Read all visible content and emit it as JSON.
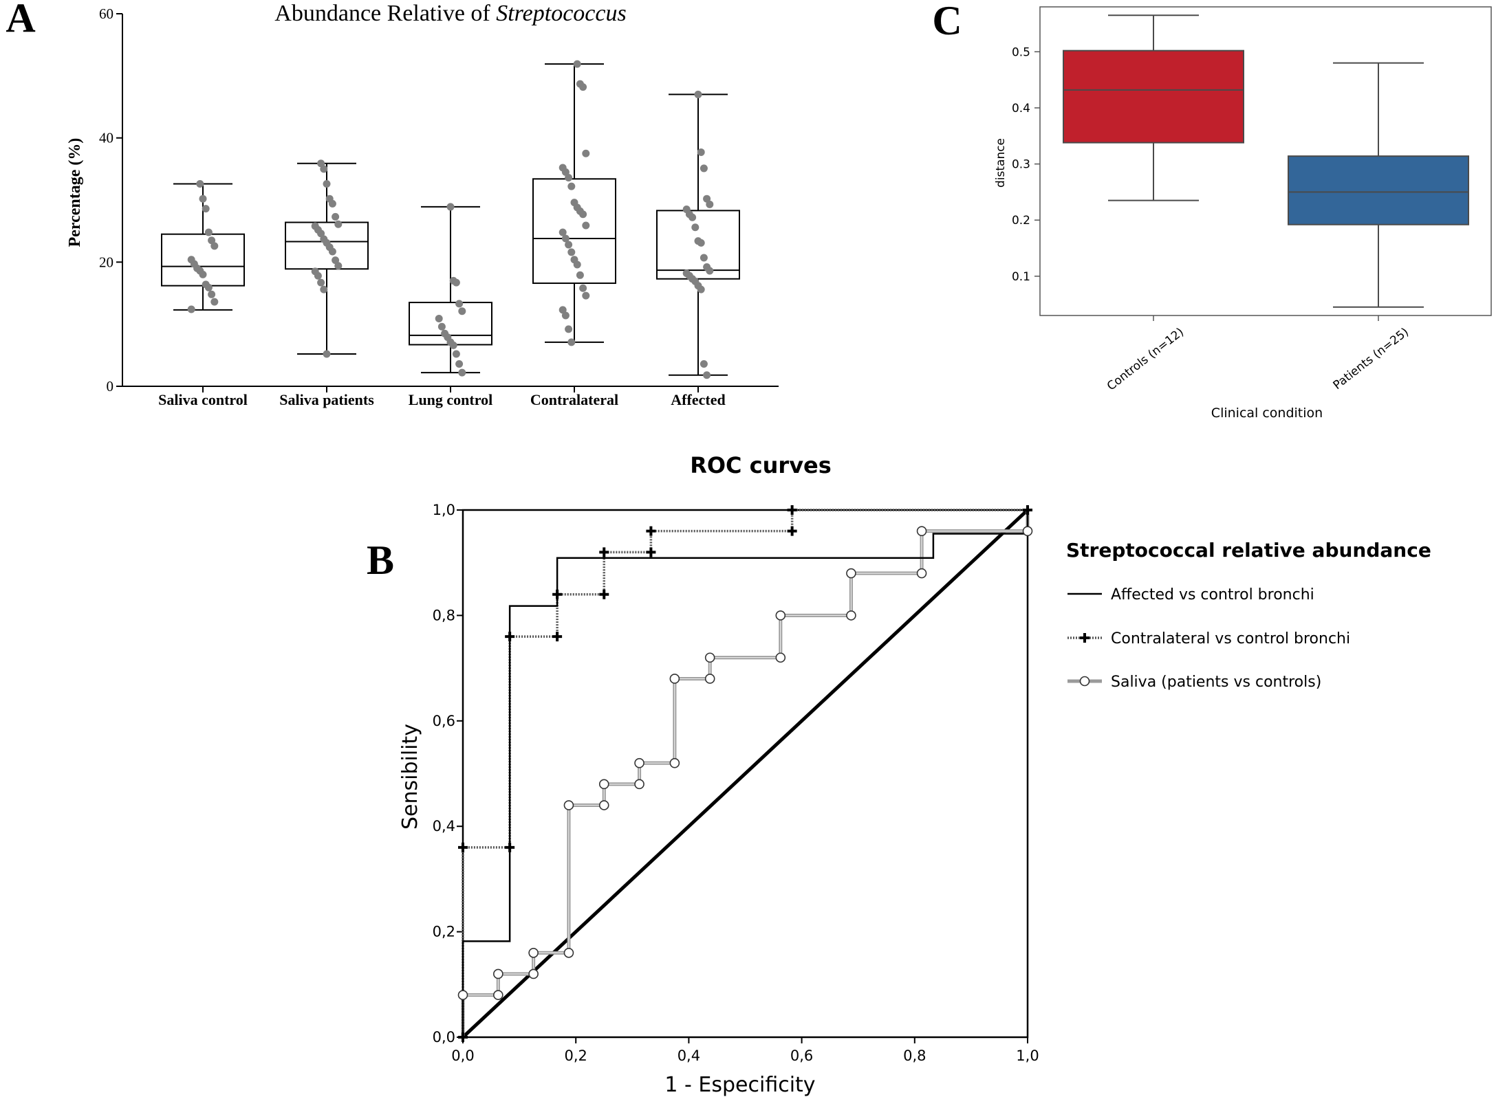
{
  "panels": {
    "a": {
      "letter": "A",
      "title_prefix": "Abundance Relative of ",
      "title_italic": "Streptococcus",
      "ylabel": "Percentage (%)"
    },
    "b": {
      "letter": "B",
      "title": "ROC curves",
      "xlabel": "1 - Especificity",
      "ylabel": "Sensibility",
      "legend_title": "Streptococcal relative abundance"
    },
    "c": {
      "letter": "C",
      "xlabel": "Clinical condition",
      "ylabel": "distance"
    }
  },
  "chart_data": [
    {
      "id": "a",
      "type": "box",
      "ylim": [
        0,
        60
      ],
      "yticks": [
        0,
        20,
        40,
        60
      ],
      "categories": [
        "Saliva control",
        "Saliva patients",
        "Lung control",
        "Contralateral",
        "Affected"
      ],
      "boxes": [
        {
          "min": 12.3,
          "q1": 16.2,
          "median": 19.3,
          "q3": 24.5,
          "max": 32.6
        },
        {
          "min": 5.2,
          "q1": 18.9,
          "median": 23.3,
          "q3": 26.4,
          "max": 35.9
        },
        {
          "min": 2.2,
          "q1": 6.7,
          "median": 8.2,
          "q3": 13.5,
          "max": 28.9
        },
        {
          "min": 7.1,
          "q1": 16.6,
          "median": 23.8,
          "q3": 33.4,
          "max": 51.9
        },
        {
          "min": 1.8,
          "q1": 17.3,
          "median": 18.7,
          "q3": 28.3,
          "max": 47.0
        }
      ],
      "points": [
        [
          12.4,
          13.6,
          14.8,
          15.9,
          16.4,
          18.0,
          18.6,
          19.0,
          19.7,
          20.4,
          22.6,
          23.5,
          24.8,
          28.6,
          30.2,
          32.6
        ],
        [
          5.2,
          15.6,
          16.7,
          17.8,
          18.5,
          19.4,
          20.3,
          21.7,
          22.4,
          23.1,
          23.7,
          24.6,
          25.2,
          25.8,
          26.1,
          27.3,
          29.4,
          30.2,
          32.6,
          35.0,
          35.9
        ],
        [
          2.2,
          3.6,
          5.2,
          6.6,
          7.1,
          7.9,
          8.5,
          9.6,
          10.9,
          12.1,
          13.3,
          16.7,
          17.0,
          28.9
        ],
        [
          7.1,
          9.2,
          11.4,
          12.3,
          14.6,
          15.8,
          17.9,
          19.6,
          20.4,
          21.6,
          22.8,
          23.8,
          24.8,
          25.9,
          27.7,
          28.2,
          28.8,
          29.6,
          32.2,
          33.6,
          34.5,
          35.2,
          37.5,
          48.2,
          48.7,
          51.9
        ],
        [
          1.8,
          3.6,
          15.6,
          16.2,
          16.9,
          17.3,
          17.8,
          18.2,
          18.6,
          19.2,
          20.7,
          23.1,
          23.4,
          25.6,
          27.2,
          27.7,
          28.5,
          29.3,
          30.2,
          35.1,
          37.7,
          47.0
        ]
      ]
    },
    {
      "id": "c",
      "type": "box",
      "ylim": [
        0.03,
        0.58
      ],
      "yticks": [
        0.1,
        0.2,
        0.3,
        0.4,
        0.5
      ],
      "categories": [
        "Controls (n=12)",
        "Patients (n=25)"
      ],
      "boxes": [
        {
          "min": 0.235,
          "q1": 0.338,
          "median": 0.432,
          "q3": 0.502,
          "max": 0.565,
          "color": "#c0202c"
        },
        {
          "min": 0.045,
          "q1": 0.192,
          "median": 0.25,
          "q3": 0.314,
          "max": 0.48,
          "color": "#336699"
        }
      ]
    },
    {
      "id": "b",
      "type": "line",
      "xlim": [
        0,
        1
      ],
      "ylim": [
        0,
        1
      ],
      "ticks": [
        "0,0",
        "0,2",
        "0,4",
        "0,6",
        "0,8",
        "1,0"
      ],
      "series": [
        {
          "name": "Affected vs control bronchi",
          "x": [
            0,
            0,
            0.083,
            0.083,
            0.167,
            0.167,
            0.833,
            0.833,
            1.0,
            1.0
          ],
          "y": [
            0,
            0.182,
            0.182,
            0.818,
            0.818,
            0.909,
            0.909,
            0.955,
            0.955,
            1.0
          ]
        },
        {
          "name": "Contralateral vs control bronchi",
          "x": [
            0,
            0,
            0.083,
            0.083,
            0.167,
            0.167,
            0.25,
            0.25,
            0.333,
            0.333,
            0.583,
            0.583,
            1.0
          ],
          "y": [
            0,
            0.36,
            0.36,
            0.76,
            0.76,
            0.84,
            0.84,
            0.92,
            0.92,
            0.96,
            0.96,
            1.0,
            1.0
          ]
        },
        {
          "name": "Saliva (patients vs controls)",
          "x": [
            0,
            0,
            0.0625,
            0.0625,
            0.125,
            0.125,
            0.1875,
            0.1875,
            0.25,
            0.25,
            0.3125,
            0.3125,
            0.375,
            0.375,
            0.4375,
            0.4375,
            0.5625,
            0.5625,
            0.6875,
            0.6875,
            0.8125,
            0.8125,
            1.0,
            1.0
          ],
          "y": [
            0,
            0.08,
            0.08,
            0.12,
            0.12,
            0.16,
            0.16,
            0.44,
            0.44,
            0.48,
            0.48,
            0.52,
            0.52,
            0.68,
            0.68,
            0.72,
            0.72,
            0.8,
            0.8,
            0.88,
            0.88,
            0.96,
            0.96,
            1.0
          ]
        }
      ]
    }
  ]
}
